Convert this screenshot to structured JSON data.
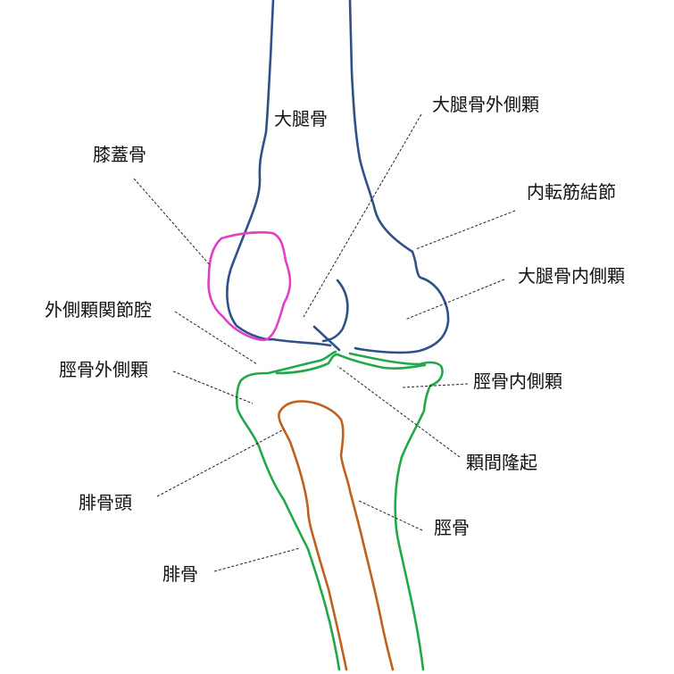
{
  "colors": {
    "femur": "#2f5089",
    "patella": "#e040c8",
    "tibia": "#22a84a",
    "fibula": "#c0601e",
    "text": "#111111",
    "leader": "#222222"
  },
  "labels": {
    "femur": "大腿骨",
    "lateral_condyle": "大腿骨外側顆",
    "patella": "膝蓋骨",
    "adductor_tubercle": "内転筋結節",
    "medial_condyle": "大腿骨内側顆",
    "joint_cavity": "外側顆関節腔",
    "tibia_lateral_condyle": "脛骨外側顆",
    "tibia_medial_condyle": "脛骨内側顆",
    "intercondylar_eminence": "顆間隆起",
    "fibula_head": "腓骨頭",
    "tibia": "脛骨",
    "fibula": "腓骨"
  }
}
